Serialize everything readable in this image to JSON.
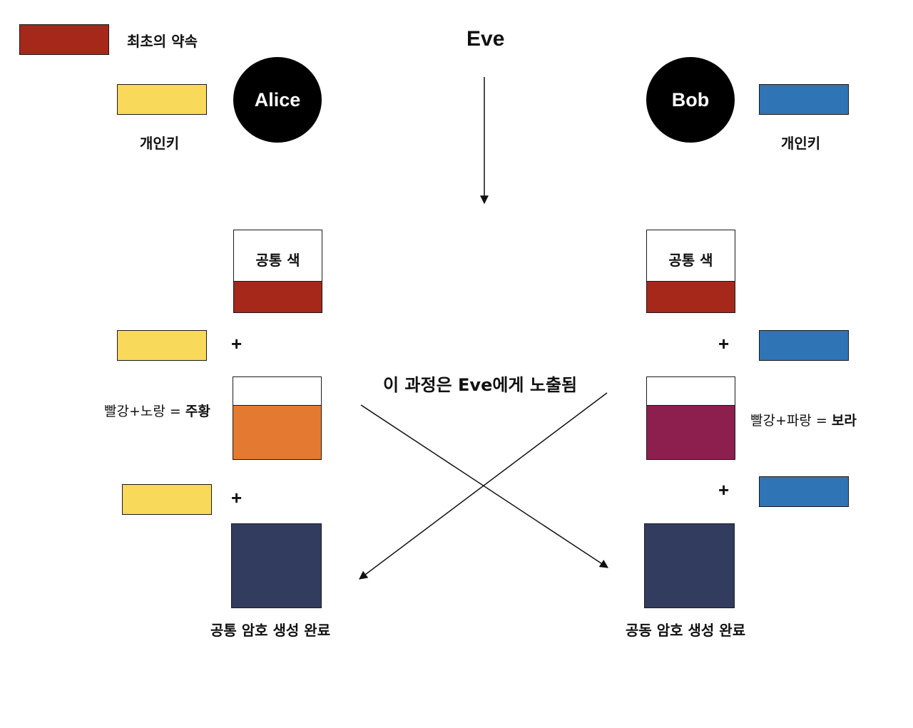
{
  "legend": {
    "label": "최초의 약속"
  },
  "eve": {
    "label": "Eve"
  },
  "alice": {
    "name": "Alice",
    "private_key_label": "개인키",
    "common_box_title": "공통 색",
    "mix_text": "빨강+노랑 = ",
    "mix_result": "주황",
    "final_label": "공통 암호 생성 완료"
  },
  "bob": {
    "name": "Bob",
    "private_key_label": "개인키",
    "common_box_title": "공통 색",
    "mix_text": "빨강+파랑 = ",
    "mix_result": "보라",
    "final_label": "공동 암호 생성 완료"
  },
  "plus_sign": "+",
  "exposure_note": "이 과정은 Eve에게 노출됨",
  "colors": {
    "red": "#a5281b",
    "yellow": "#f9d95a",
    "blue": "#2f74b5",
    "orange": "#e47a31",
    "purple": "#8d1f4f",
    "navy": "#323c5e"
  }
}
